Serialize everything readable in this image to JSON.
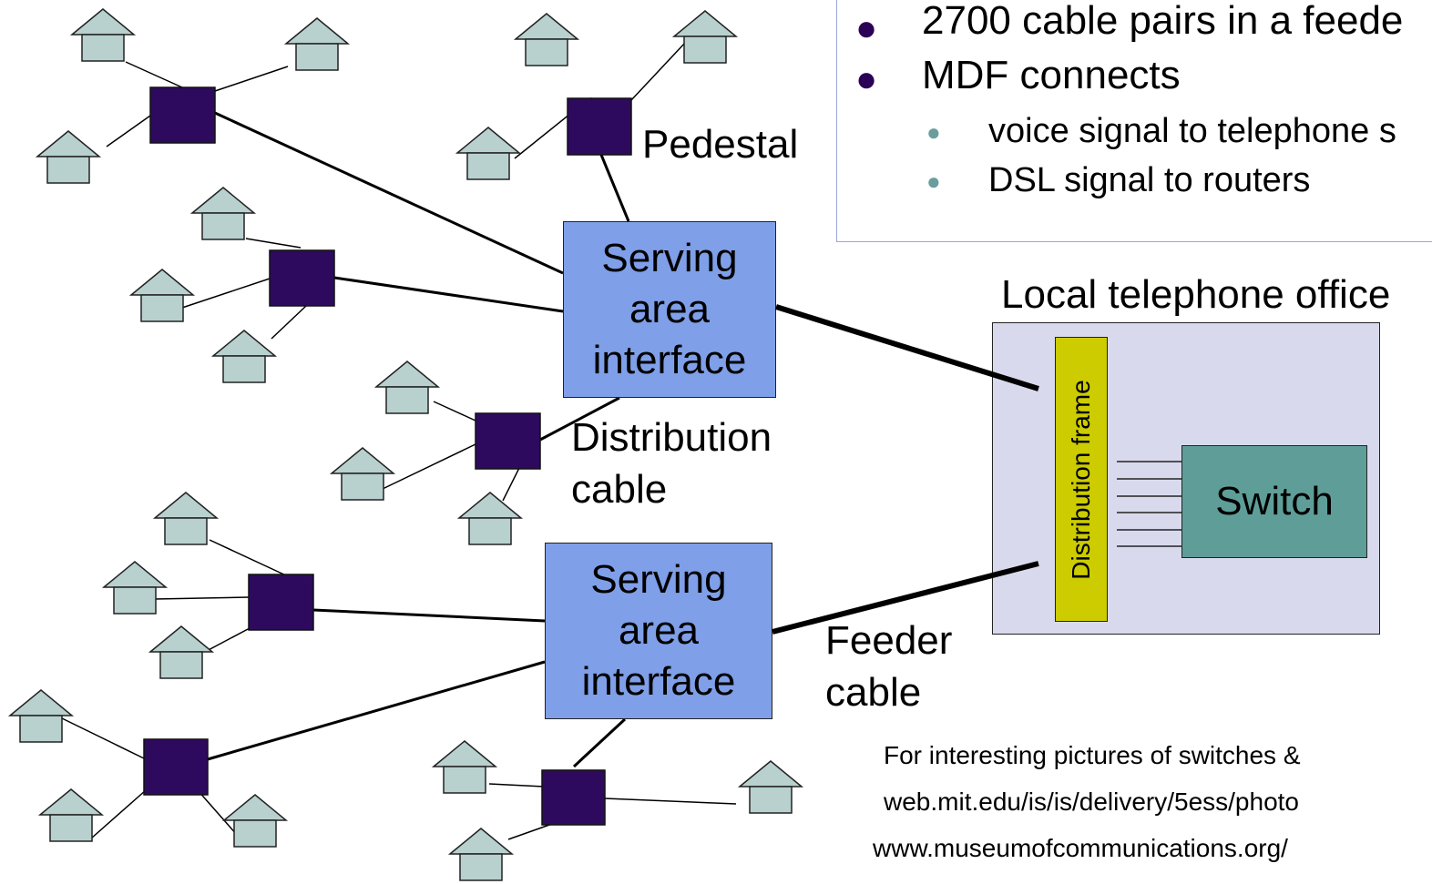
{
  "labels": {
    "pedestal": "Pedestal",
    "serving_area_interface": [
      "Serving",
      "area",
      "interface"
    ],
    "distribution_cable": [
      "Distribution",
      "cable"
    ],
    "feeder_cable": [
      "Feeder",
      "cable"
    ],
    "local_telephone_office": "Local telephone office",
    "distribution_frame": "Distribution frame",
    "switch": "Switch"
  },
  "bullets": [
    {
      "level": 1,
      "text": "2700 cable pairs in a feede"
    },
    {
      "level": 1,
      "text": "MDF connects"
    },
    {
      "level": 2,
      "text": "voice signal to telephone s"
    },
    {
      "level": 2,
      "text": "DSL signal to routers"
    }
  ],
  "footnote": [
    "For interesting pictures of switches &",
    "web.mit.edu/is/is/delivery/5ess/photo",
    "www.museumofcommunications.org/"
  ],
  "colors": {
    "house_fill": "#b8d1cf",
    "pedestal_fill": "#2e0a5e",
    "sai_fill": "#7f9fe8",
    "office_fill": "#d9d9ee",
    "frame_fill": "#cccc00",
    "switch_fill": "#5f9e98"
  }
}
